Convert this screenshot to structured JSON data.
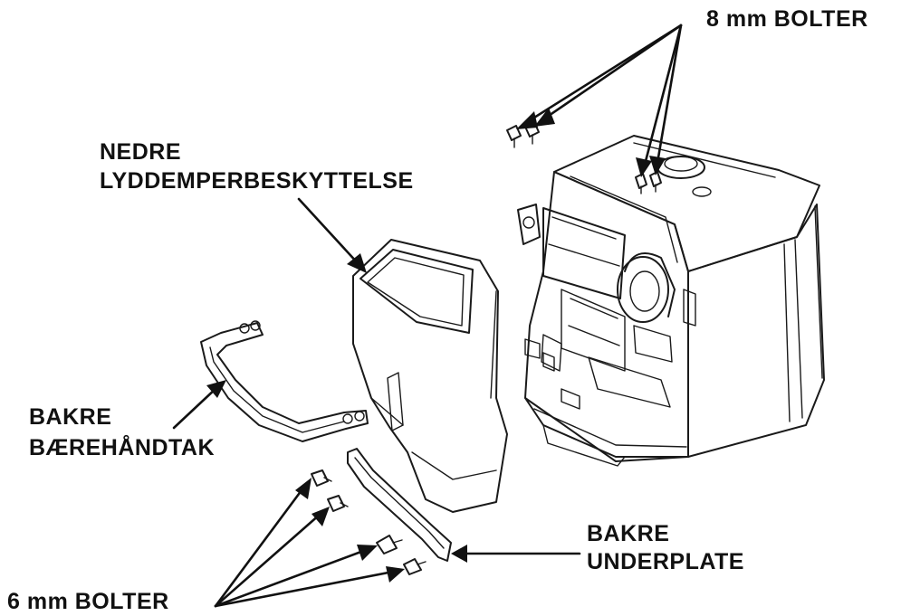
{
  "labels": {
    "bolts_8mm": "8 mm BOLTER",
    "lower_muffler_protector_line1": "NEDRE",
    "lower_muffler_protector_line2": "LYDDEMPERBESKYTTELSE",
    "rear_carry_handle_line1": "BAKRE",
    "rear_carry_handle_line2": "BÆREHÅNDTAK",
    "bolts_6mm": "6 mm BOLTER",
    "rear_under_plate_line1": "BAKRE",
    "rear_under_plate_line2": "UNDERPLATE"
  },
  "colors": {
    "ink": "#111111",
    "paper": "#ffffff"
  }
}
